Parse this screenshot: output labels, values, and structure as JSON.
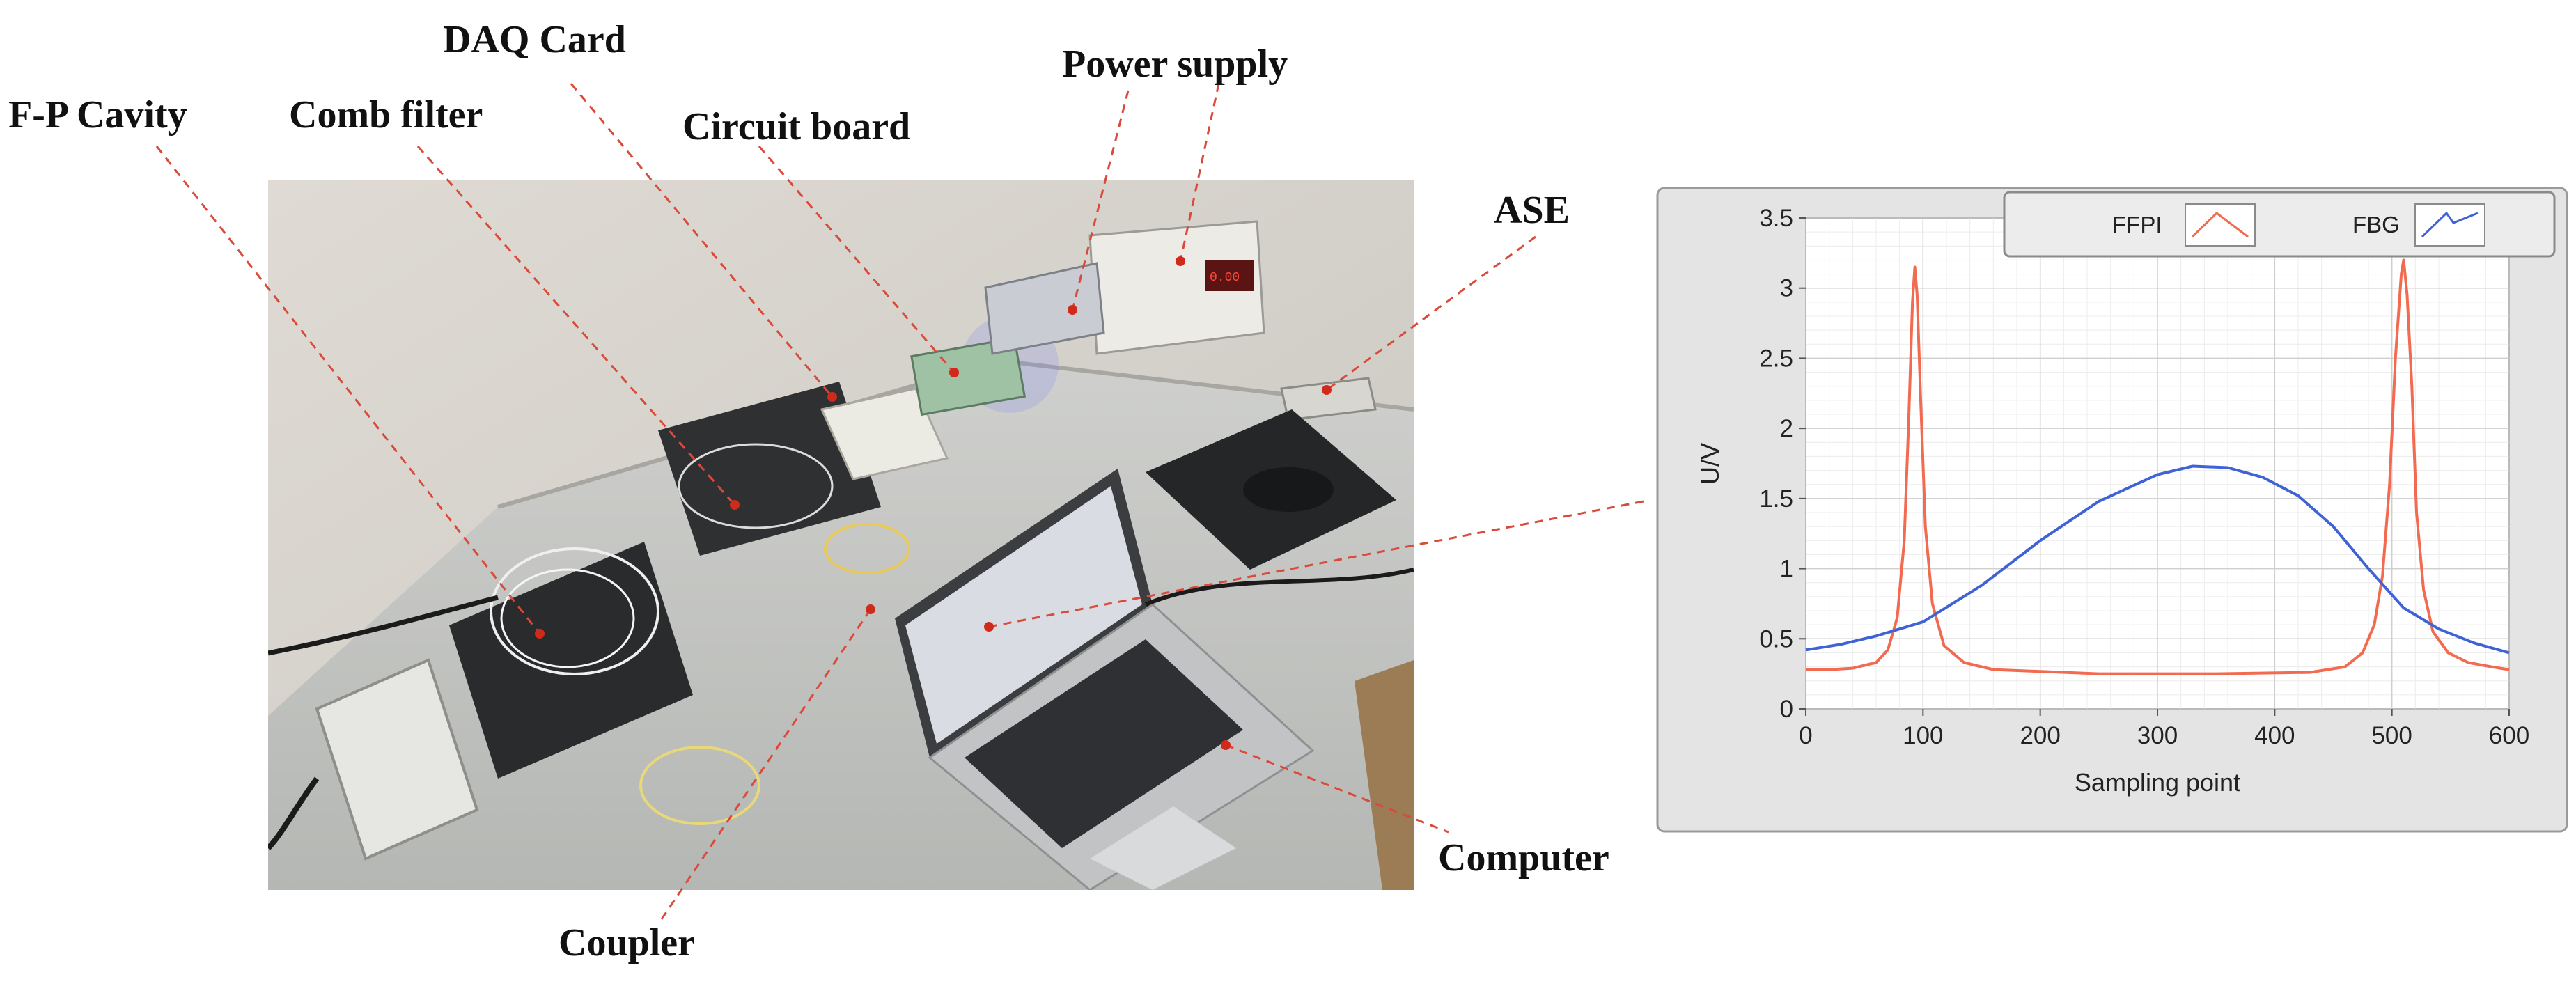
{
  "callouts": {
    "fp_cavity": "F-P Cavity",
    "comb_filter": "Comb filter",
    "daq_card": "DAQ Card",
    "circuit_board": "Circuit board",
    "power_supply": "Power supply",
    "ase": "ASE",
    "coupler": "Coupler",
    "computer": "Computer"
  },
  "colors": {
    "leader": "#d94a3a",
    "ffpi": "#f26a50",
    "fbg": "#3f63d6",
    "panel_bg": "#e4e4e4",
    "plot_bg": "#ffffff"
  },
  "chart_data": {
    "type": "line",
    "title": "",
    "xlabel": "Sampling point",
    "ylabel": "U/V",
    "xlim": [
      0,
      600
    ],
    "ylim": [
      0,
      3.5
    ],
    "x_ticks": [
      0,
      100,
      200,
      300,
      400,
      500,
      600
    ],
    "y_ticks": [
      0,
      0.5,
      1,
      1.5,
      2,
      2.5,
      3,
      3.5
    ],
    "grid": true,
    "legend_position": "top-right",
    "series": [
      {
        "name": "FFPI",
        "color": "#f26a50",
        "points": [
          [
            0,
            0.28
          ],
          [
            20,
            0.28
          ],
          [
            40,
            0.29
          ],
          [
            60,
            0.33
          ],
          [
            70,
            0.42
          ],
          [
            78,
            0.65
          ],
          [
            84,
            1.2
          ],
          [
            88,
            2.1
          ],
          [
            91,
            2.9
          ],
          [
            93,
            3.15
          ],
          [
            95,
            2.95
          ],
          [
            98,
            2.2
          ],
          [
            102,
            1.3
          ],
          [
            108,
            0.75
          ],
          [
            118,
            0.45
          ],
          [
            135,
            0.33
          ],
          [
            160,
            0.28
          ],
          [
            250,
            0.25
          ],
          [
            350,
            0.25
          ],
          [
            430,
            0.26
          ],
          [
            460,
            0.3
          ],
          [
            475,
            0.4
          ],
          [
            485,
            0.6
          ],
          [
            492,
            0.95
          ],
          [
            498,
            1.6
          ],
          [
            503,
            2.5
          ],
          [
            508,
            3.1
          ],
          [
            510,
            3.2
          ],
          [
            513,
            2.95
          ],
          [
            517,
            2.3
          ],
          [
            521,
            1.4
          ],
          [
            527,
            0.85
          ],
          [
            535,
            0.55
          ],
          [
            548,
            0.4
          ],
          [
            565,
            0.33
          ],
          [
            585,
            0.3
          ],
          [
            600,
            0.28
          ]
        ]
      },
      {
        "name": "FBG",
        "color": "#3f63d6",
        "points": [
          [
            0,
            0.42
          ],
          [
            30,
            0.46
          ],
          [
            60,
            0.52
          ],
          [
            100,
            0.62
          ],
          [
            150,
            0.88
          ],
          [
            200,
            1.2
          ],
          [
            250,
            1.48
          ],
          [
            300,
            1.67
          ],
          [
            330,
            1.73
          ],
          [
            360,
            1.72
          ],
          [
            390,
            1.65
          ],
          [
            420,
            1.52
          ],
          [
            450,
            1.3
          ],
          [
            480,
            1.0
          ],
          [
            510,
            0.72
          ],
          [
            540,
            0.57
          ],
          [
            570,
            0.47
          ],
          [
            600,
            0.4
          ]
        ]
      }
    ]
  }
}
